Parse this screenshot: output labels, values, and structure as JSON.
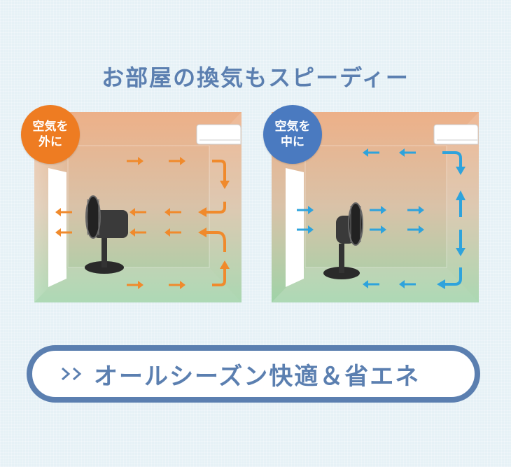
{
  "headline": "お部屋の換気もスピーディー",
  "panels": [
    {
      "badge_line1": "空気を",
      "badge_line2": "外に",
      "badge_color": "#ee7c22",
      "arrow_color": "#f08a2c"
    },
    {
      "badge_line1": "空気を",
      "badge_line2": "中に",
      "badge_color": "#4a7ac0",
      "arrow_color": "#2ea3dc"
    }
  ],
  "feature": {
    "text": "オールシーズン快適＆省エネ",
    "arrow_icon": "double-chevron-right-icon",
    "color": "#5b7fb0"
  }
}
